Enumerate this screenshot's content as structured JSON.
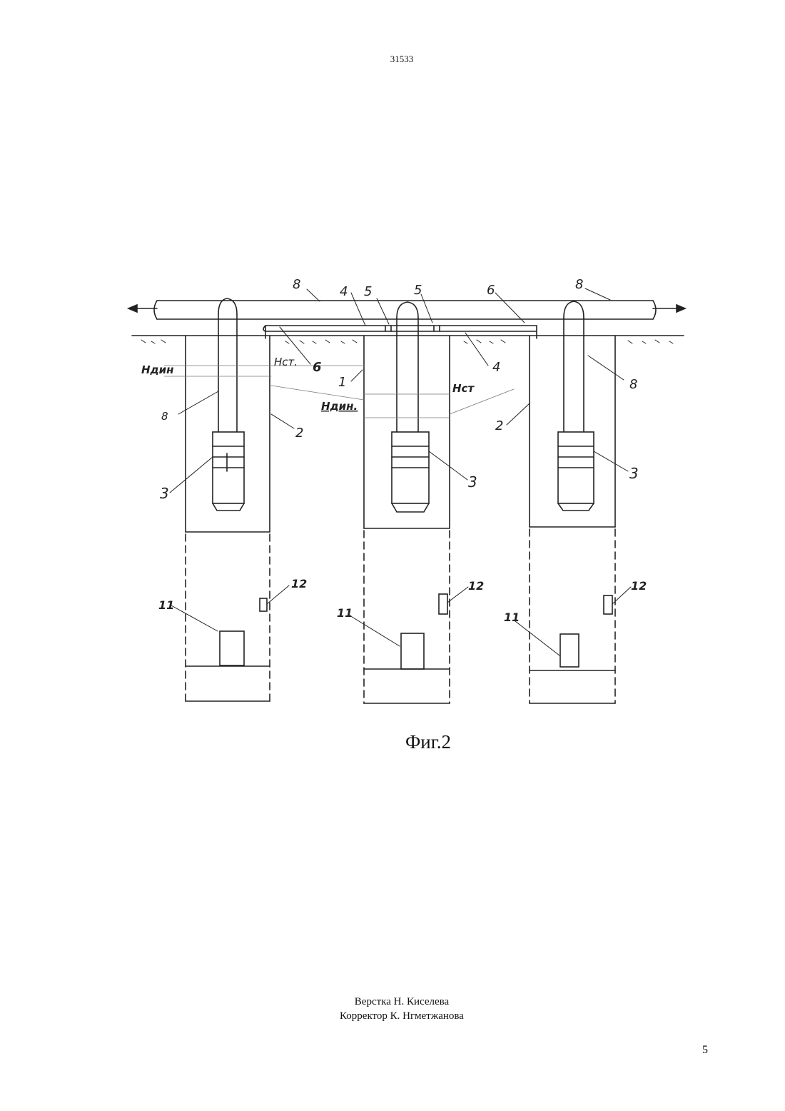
{
  "header": {
    "doc_number": "31533"
  },
  "figure": {
    "callouts": {
      "n8_left_top": "8",
      "n4_top": "4",
      "n5_left": "5",
      "n5_right": "5",
      "n6_right_top": "6",
      "n8_right_top": "8",
      "n6_left": "6",
      "hst_left": "Нст.",
      "hdin_left": "Ндин",
      "n1": "1",
      "hst_center": "Нст",
      "hdin_center": "Ндин.",
      "n4_right": "4",
      "n8_right": "8",
      "n8_left": "8",
      "n2_left": "2",
      "n2_right": "2",
      "n3_left": "3",
      "n3_center": "3",
      "n3_right": "3",
      "n11_left": "11",
      "n11_center": "11",
      "n11_right": "11",
      "n12_left": "12",
      "n12_center": "12",
      "n12_right": "12"
    },
    "caption": "Фиг.2"
  },
  "footer": {
    "layout_credit": "Верстка Н. Киселева",
    "corrector_credit": "Корректор К. Нгметжанова",
    "page_number": "5"
  }
}
